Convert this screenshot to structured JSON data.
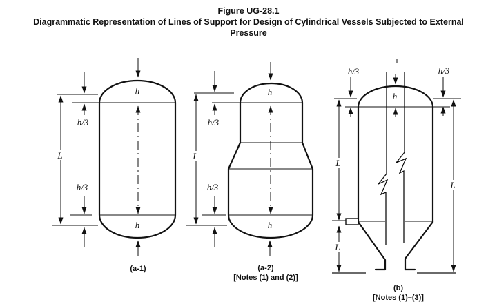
{
  "figure": {
    "title": "Figure UG-28.1",
    "subtitle_line1": "Diagrammatic Representation of Lines of Support for Design of Cylindrical Vessels Subjected to External",
    "subtitle_line2": "Pressure"
  },
  "vessels": {
    "a1": {
      "caption": "(a-1)",
      "head_top": "h",
      "head_bottom": "h",
      "h3_top": "h/3",
      "h3_bottom": "h/3",
      "length": "L"
    },
    "a2": {
      "caption": "(a-2)",
      "notes": "[Notes (1) and (2)]",
      "head_top": "h",
      "head_bottom": "h",
      "h3_top": "h/3",
      "h3_bottom": "h/3",
      "length": "L"
    },
    "b": {
      "caption": "(b)",
      "notes": "[Notes (1)–(3)]",
      "head": "h",
      "h3_left": "h/3",
      "h3_right": "h/3",
      "length_upper": "L",
      "length_lower": "L",
      "length_right": "L"
    }
  }
}
